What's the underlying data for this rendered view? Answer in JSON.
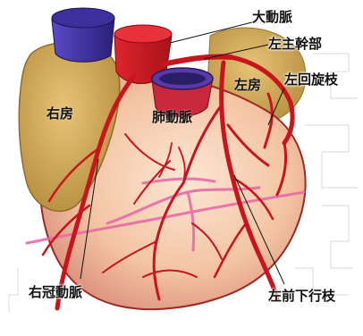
{
  "labels": {
    "aorta": "大動脈",
    "left_main": "左主幹部",
    "left_atrium": "左房",
    "left_circumflex": "左回旋枝",
    "right_atrium": "右房",
    "pulmonary_artery": "肺動脈",
    "right_coronary": "右冠動脈",
    "lad": "左前下行枝"
  },
  "colors": {
    "artery": "#c8141c",
    "artery_dark": "#8e0a10",
    "vein": "#3a2a9a",
    "atrium": "#c9a24a",
    "myocardium": "#f4c9a8",
    "heart_outline": "#8a1418",
    "pink_vessel": "#e86aa6"
  }
}
